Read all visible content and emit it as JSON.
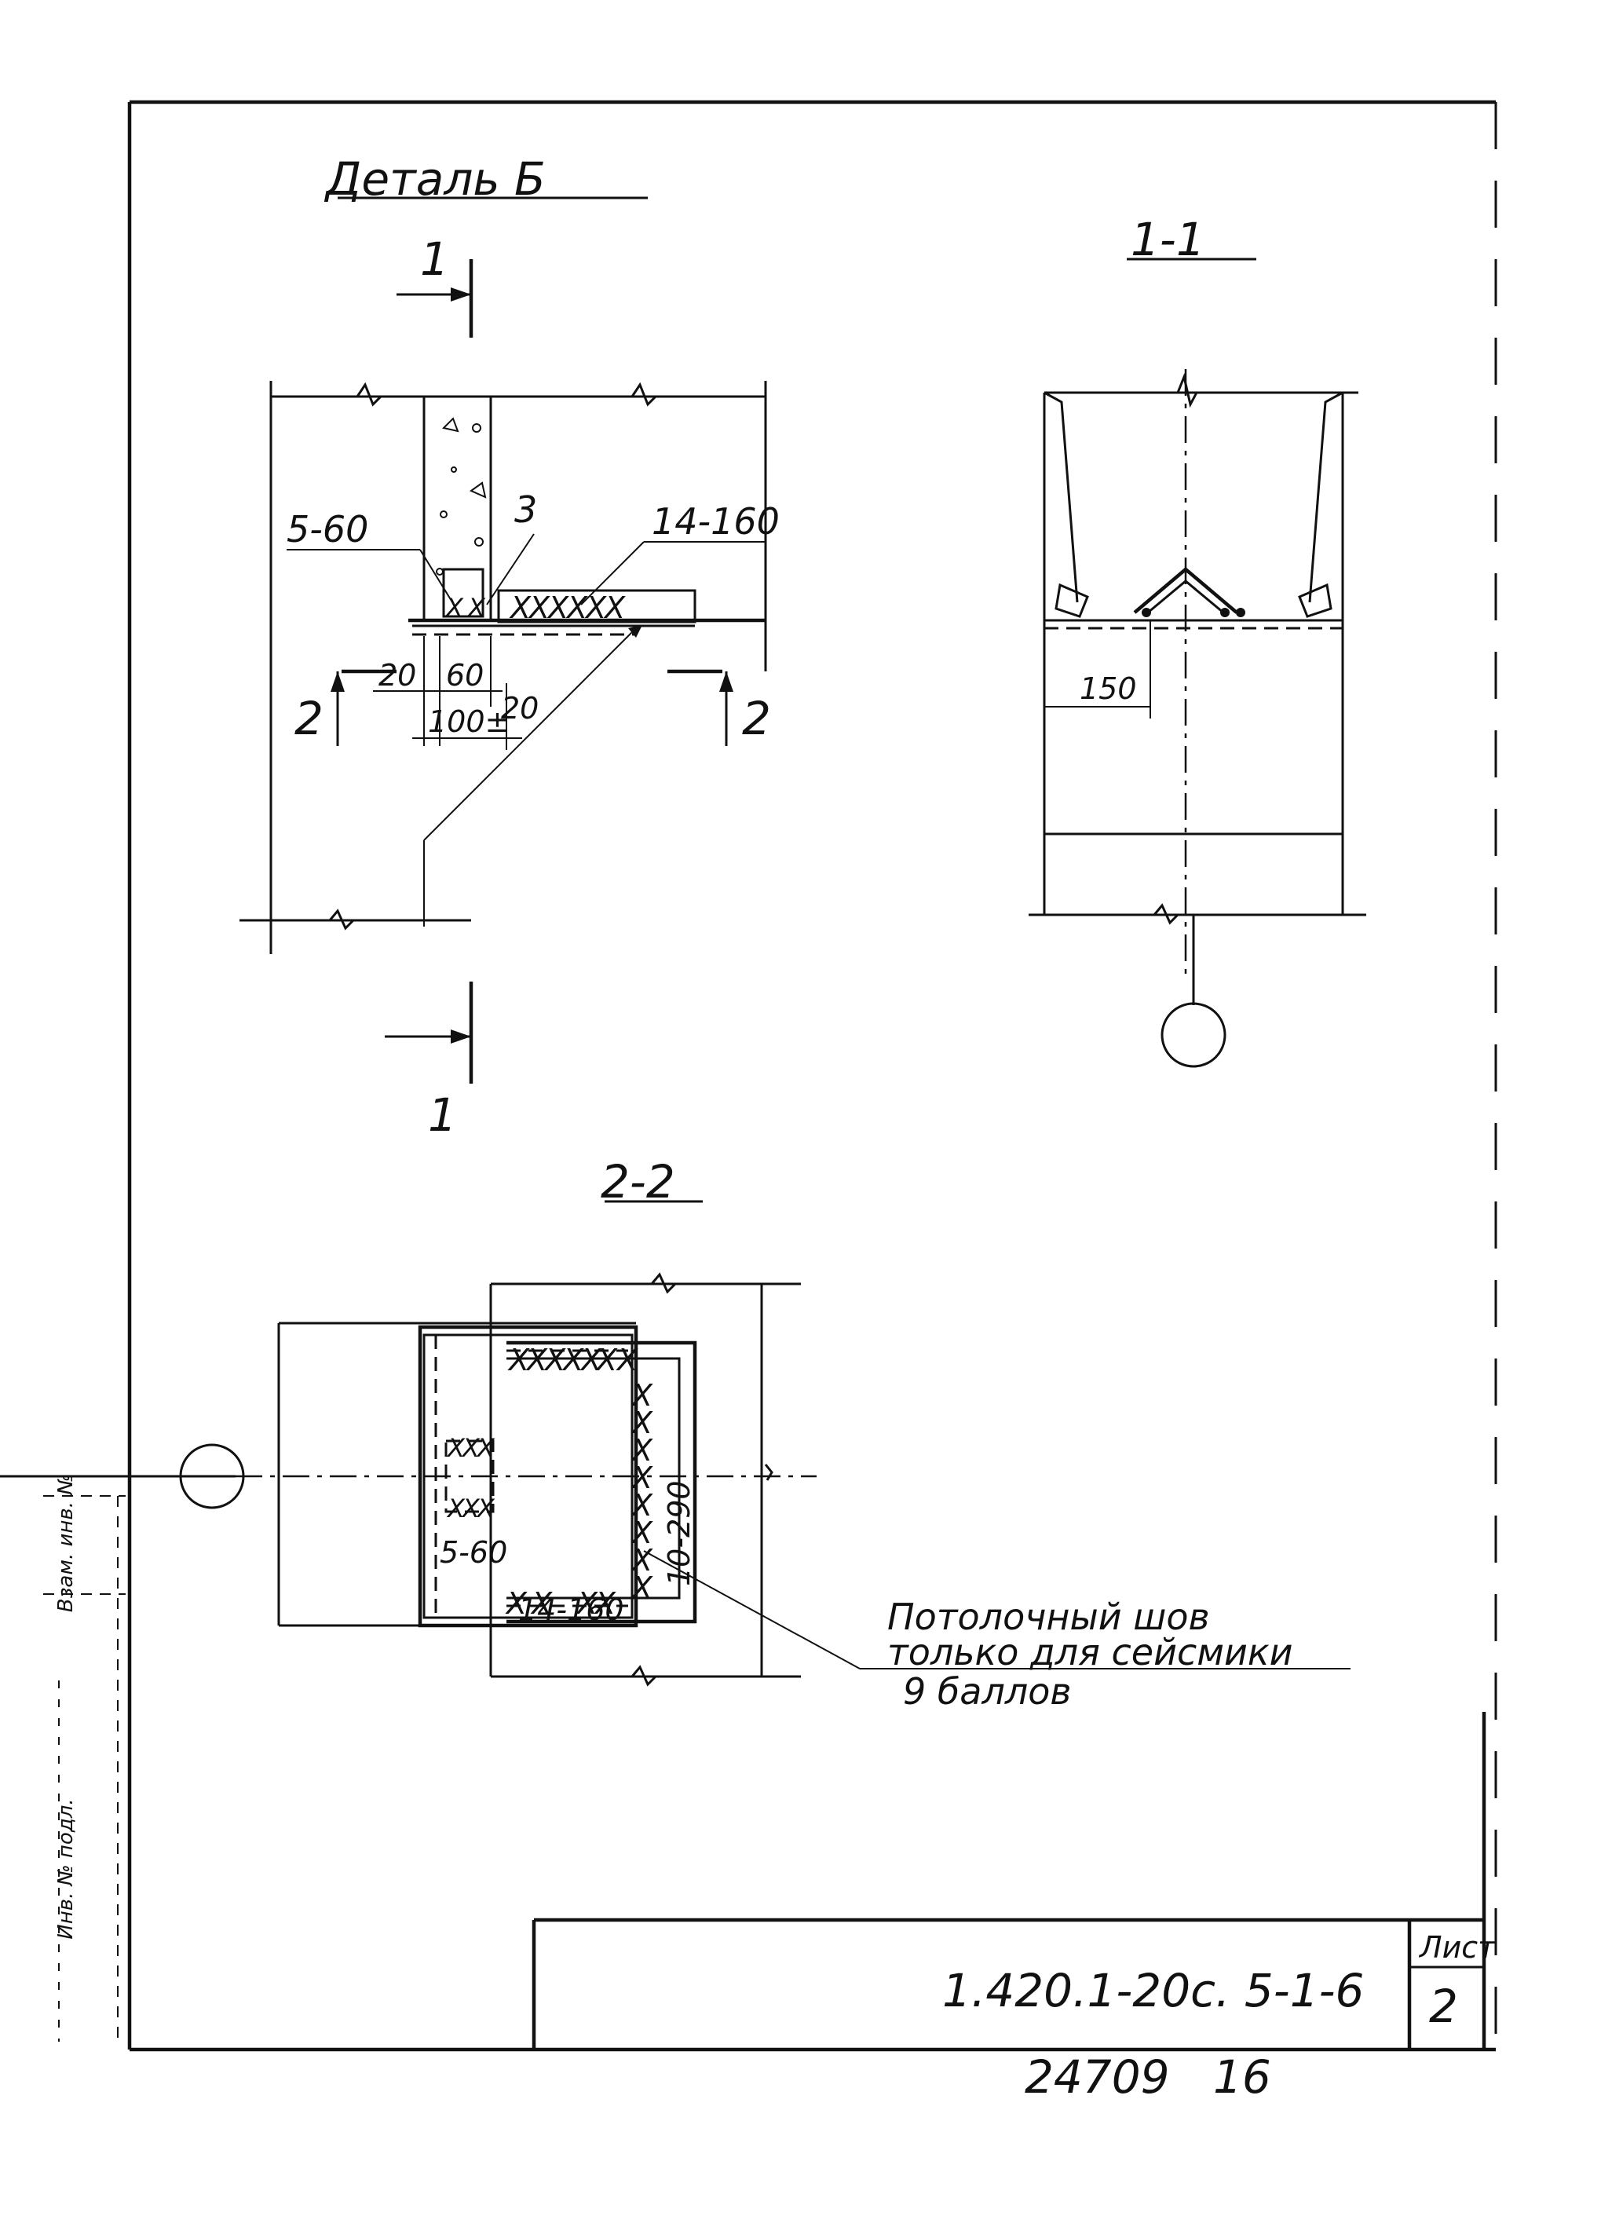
{
  "drawing": {
    "title": "Деталь Б",
    "section_1_1": "1-1",
    "section_2_2": "2-2",
    "cut_1": "1",
    "cut_2": "2",
    "detail": {
      "pos_3": "3",
      "weld_a": "5-60",
      "weld_b": "14-160",
      "dim_20_a": "20",
      "dim_60": "60",
      "dim_100": "100±",
      "dim_20_b": "20"
    },
    "view_1_1": {
      "dim_150": "150"
    },
    "view_2_2": {
      "weld_a": "5-60",
      "weld_b": "14-160",
      "weld_c": "10-290"
    },
    "note_line1": "Потолочный шов",
    "note_line2": "только для сейсмики",
    "note_line3": "9 баллов"
  },
  "title_block": {
    "designation": "1.420.1-20с. 5-1-6",
    "sheet_label": "Лист",
    "sheet_number": "2"
  },
  "footer": {
    "archive_number": "24709",
    "archive_page": "16"
  },
  "side_stamp": {
    "label_a": "Инв. № подл.",
    "label_b": "Взам. инв. №"
  }
}
